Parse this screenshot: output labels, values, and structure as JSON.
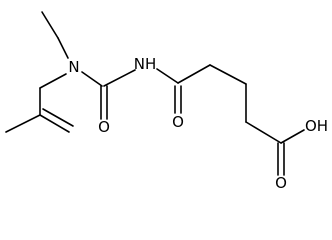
{
  "structure": {
    "atoms": {
      "n_amine": "N",
      "nh_amide": "NH",
      "o_urea": "O",
      "o_amide": "O",
      "o_acid": "O",
      "oh_acid": "OH"
    }
  }
}
